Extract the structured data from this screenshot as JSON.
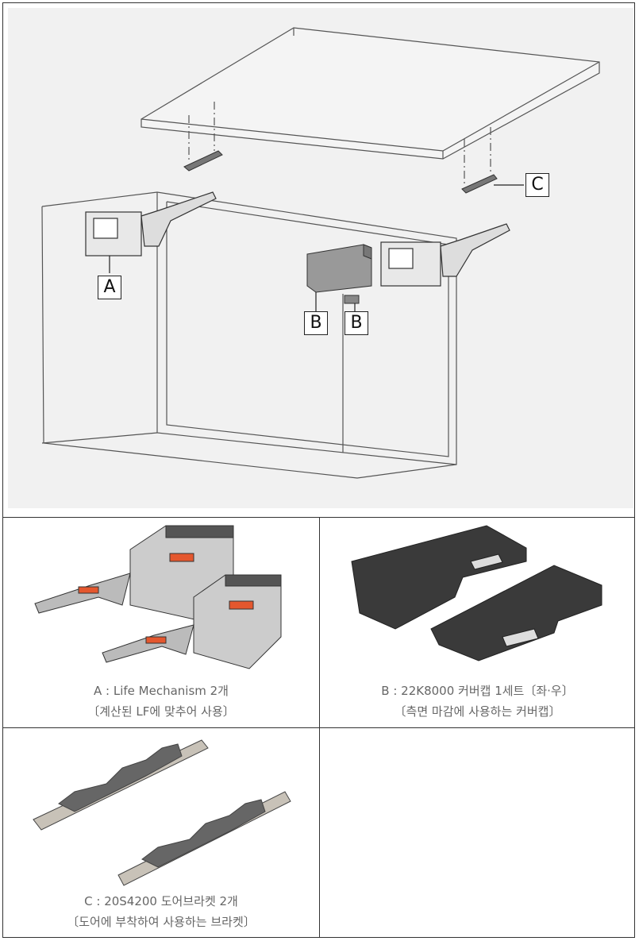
{
  "diagram": {
    "labels": {
      "a": "A",
      "b1": "B",
      "b2": "B",
      "c": "C"
    }
  },
  "parts": [
    {
      "title": "A : Life Mechanism 2개",
      "note": "〔계산된 LF에 맞추어 사용〕"
    },
    {
      "title": "B : 22K8000 커버캡 1세트〔좌·우〕",
      "note": "〔측면 마감에 사용하는 커버캡〕"
    },
    {
      "title": "C : 20S4200 도어브라켓 2개",
      "note": "〔도어에 부착하여 사용하는 브라켓〕"
    }
  ],
  "colors": {
    "background": "#f1f1f1",
    "line": "#444444",
    "caption": "#666666"
  }
}
